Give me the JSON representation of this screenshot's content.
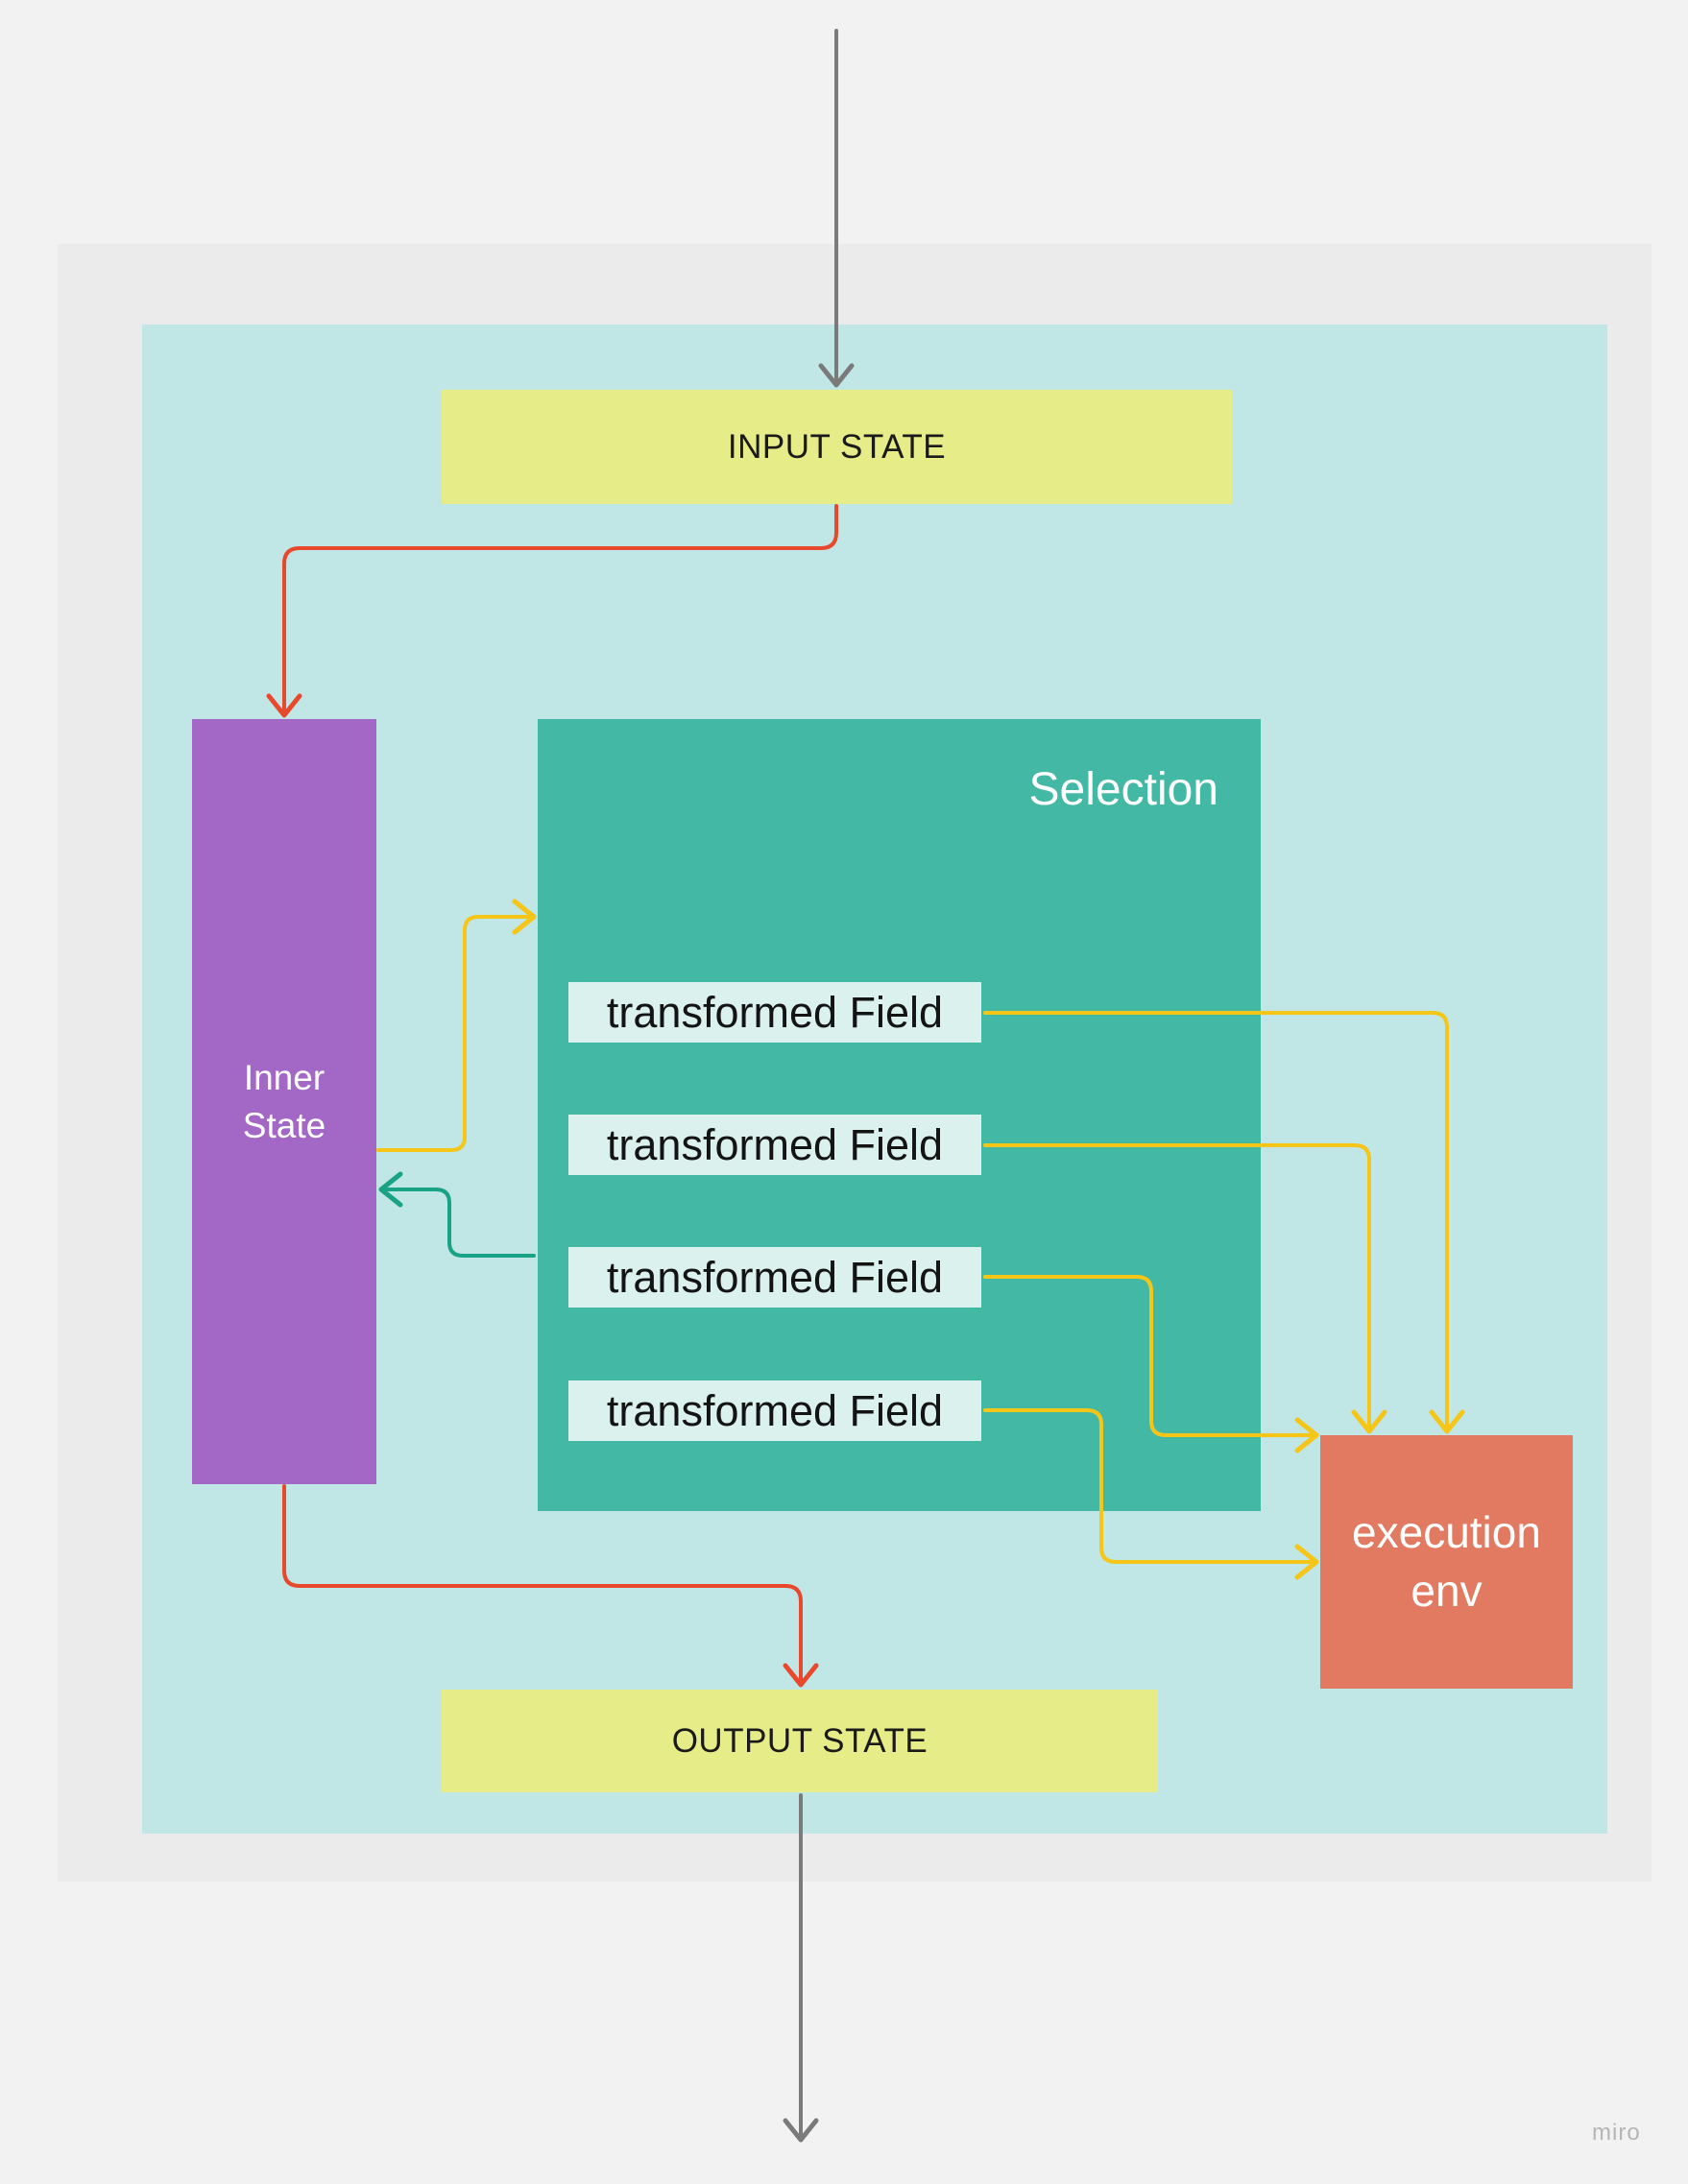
{
  "diagram": {
    "input_state": "INPUT STATE",
    "output_state": "OUTPUT STATE",
    "inner_state": "Inner State",
    "selection_title": "Selection",
    "fields": [
      "transformed Field",
      "transformed Field",
      "transformed Field",
      "transformed Field"
    ],
    "execution_env": "execution env",
    "watermark": "miro"
  },
  "colors": {
    "background": "#f2f2f2",
    "outer_frame": "#ebebeb",
    "inner_frame": "#c1e6e6",
    "state_box": "#e6ec88",
    "inner_state": "#a367c5",
    "selection": "#43b9a5",
    "field": "#daf1ed",
    "execution_env": "#e27961",
    "arrow_gray": "#7a7a7a",
    "arrow_red": "#e8492d",
    "arrow_yellow": "#f5c518",
    "arrow_green": "#1aa286"
  }
}
